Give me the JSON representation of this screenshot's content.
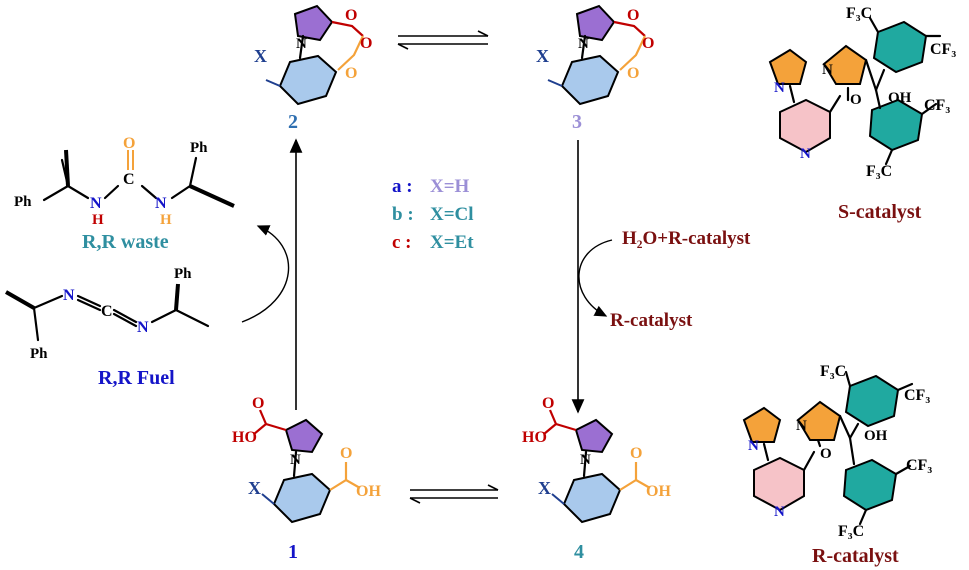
{
  "compounds": {
    "c1": {
      "number": "1",
      "x": "X",
      "acid_left": "HO",
      "acid_right": "OH",
      "O": "O",
      "N": "N"
    },
    "c2": {
      "number": "2",
      "x": "X",
      "O": "O",
      "N": "N"
    },
    "c3": {
      "number": "3",
      "x": "X",
      "O": "O",
      "N": "N"
    },
    "c4": {
      "number": "4",
      "x": "X",
      "acid_left": "HO",
      "acid_right": "OH",
      "O": "O",
      "N": "N"
    }
  },
  "legend": {
    "a_key": "a :",
    "a_val": "X=H",
    "b_key": "b :",
    "b_val": "X=Cl",
    "c_key": "c :",
    "c_val": "X=Et"
  },
  "waste": {
    "label": "R,R waste",
    "Ph": "Ph",
    "O": "O",
    "C": "C",
    "N": "N",
    "H": "H"
  },
  "fuel": {
    "label": "R,R Fuel",
    "Ph": "Ph",
    "N": "N",
    "C": "C"
  },
  "reagents": {
    "water_catalyst": "H₂O+R-catalyst",
    "catalyst_out": "R-catalyst"
  },
  "catalysts": {
    "s_label": "S-catalyst",
    "r_label": "R-catalyst",
    "F3C": "F₃C",
    "CF3": "CF₃",
    "OH": "OH",
    "O": "O",
    "N": "N"
  },
  "colors": {
    "pyrrole_fill": "#9b6fd2",
    "benzene_fill": "#a9c9ec",
    "pyridine_fill": "#f6c3c8",
    "pyrrolidine_fill": "#f4a23a",
    "aryl_fill": "#20a9a0",
    "acid_red": "#c00000",
    "acid_orange": "#f4a23a",
    "label_blue": "#1414c8",
    "label_teal": "#2f8fa0",
    "label_darkred": "#7a1010",
    "legend_lavender": "#9b8fd6"
  }
}
